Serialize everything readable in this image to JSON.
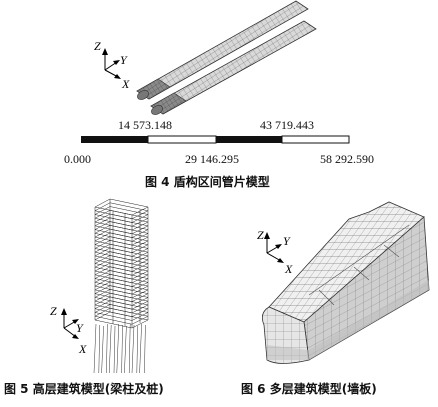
{
  "figure4": {
    "caption": "图 4    盾构区间管片模型",
    "axes": {
      "z": "Z",
      "y": "Y",
      "x": "X"
    },
    "scale_bar": {
      "labels_top": [
        "14 573.148",
        "43 719.443"
      ],
      "labels_bottom": [
        "0.000",
        "29 146.295",
        "58 292.590"
      ]
    }
  },
  "figure5": {
    "caption": "图 5    高层建筑模型(梁柱及桩)",
    "axes": {
      "z": "Z",
      "y": "Y",
      "x": "X"
    }
  },
  "figure6": {
    "caption": "图 6    多层建筑模型(墙板)",
    "axes": {
      "z": "Z",
      "y": "Y",
      "x": "X"
    }
  }
}
